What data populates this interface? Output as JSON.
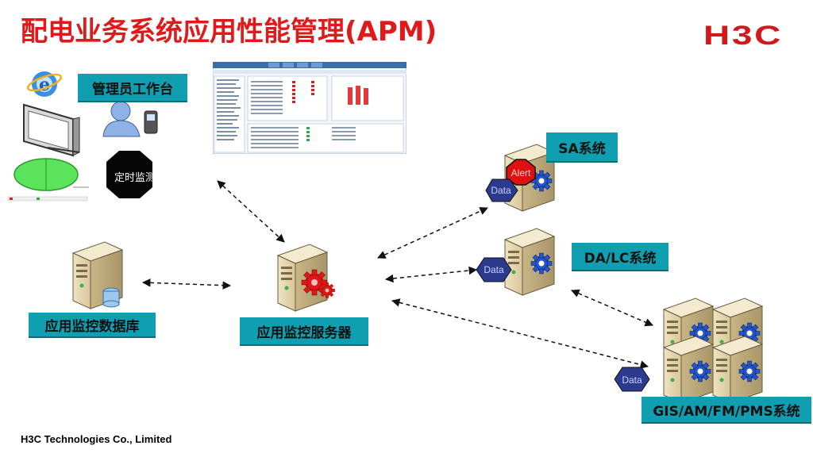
{
  "title": "配电业务系统应用性能管理(APM)",
  "logo": "H3C",
  "footer": "H3C Technologies Co., Limited",
  "labels": {
    "admin": "管理员工作台",
    "sa": "SA系统",
    "dalc": "DA/LC系统",
    "db": "应用监控数据库",
    "server": "应用监控服务器",
    "gis": "GIS/AM/FM/PMS系统"
  },
  "badges": {
    "alert": "Alert",
    "data": "Data"
  },
  "monitor_icon_text": "定时监测",
  "colors": {
    "title": "#e0191b",
    "label_bg": "#0f9fb0",
    "badge_data": "#2b3a8c",
    "badge_alert": "#e01010"
  }
}
